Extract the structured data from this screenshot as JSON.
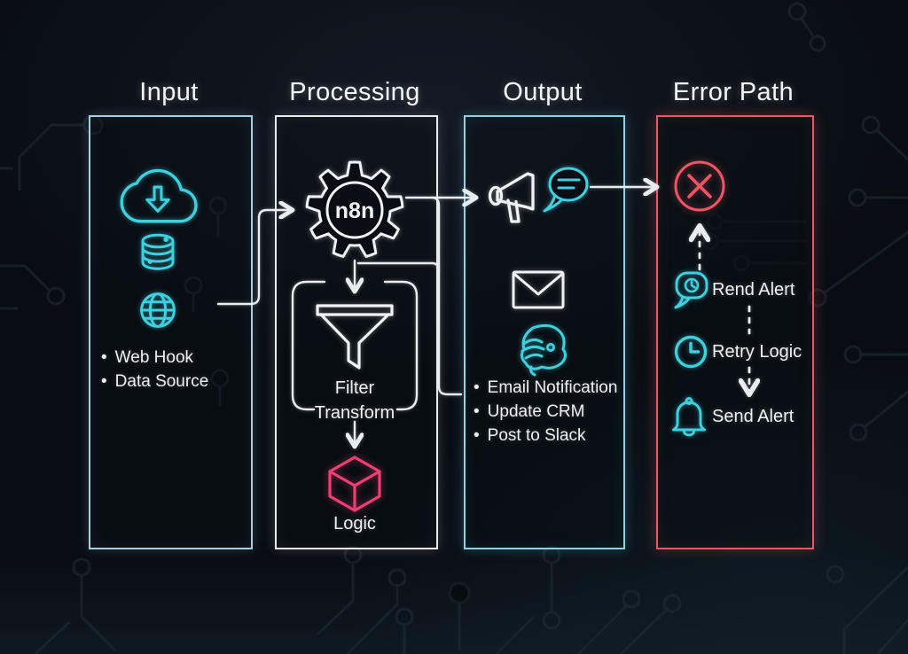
{
  "glyphs": {
    "bullet": "•"
  },
  "input": {
    "title": "Input",
    "icons": [
      "cloud-download-icon",
      "database-icon",
      "globe-icon"
    ],
    "bullets": [
      "Web Hook",
      "Data Source"
    ]
  },
  "processing": {
    "title": "Processing",
    "gear_label": "n8n",
    "filter_label": "Filter",
    "transform_label": "Transform",
    "logic_label": "Logic",
    "icons": [
      "gear-n8n-icon",
      "funnel-icon",
      "cube-icon"
    ]
  },
  "output": {
    "title": "Output",
    "icons": [
      "megaphone-icon",
      "chat-bubble-icon",
      "envelope-icon",
      "crm-icon"
    ],
    "bullets": [
      "Email Notification",
      "Update CRM",
      "Post to Slack"
    ]
  },
  "error_path": {
    "title": "Error Path",
    "icons": [
      "error-x-icon",
      "alert-bubble-icon",
      "clock-icon",
      "bell-icon"
    ],
    "items": [
      "Rend Alert",
      "Retry Logic",
      "Send Alert"
    ]
  },
  "colors": {
    "background": "#0a0e14",
    "cyan_accent": "#3fd0e0",
    "white_accent": "#f0f3f6",
    "pink_accent": "#ee3e72",
    "red_accent": "#ef5663",
    "input_border": "#a9cede",
    "processing_border": "#e9ebee",
    "output_border": "#8fd2e6",
    "error_border": "#ef5663"
  }
}
